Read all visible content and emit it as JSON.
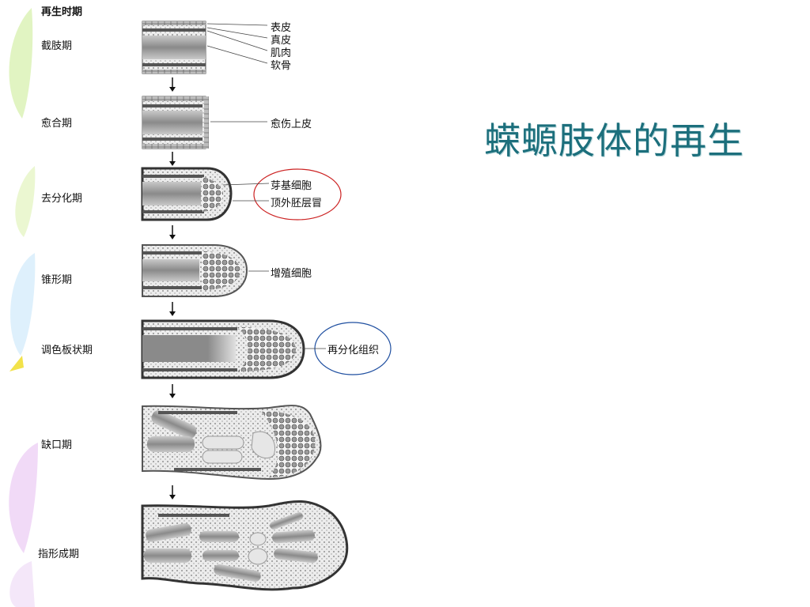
{
  "title": "蝾螈肢体的再生",
  "header": "再生时期",
  "stages": [
    "截肢期",
    "愈合期",
    "去分化期",
    "锥形期",
    "调色板状期",
    "缺口期",
    "指形成期"
  ],
  "annotations": {
    "epidermis": "表皮",
    "dermis": "真皮",
    "muscle": "肌肉",
    "cartilage": "软骨",
    "wound_epidermis": "愈伤上皮",
    "blastema_cells": "芽基细胞",
    "apical_cap": "顶外胚层冒",
    "proliferating_cells": "增殖细胞",
    "redifferentiated_tissue": "再分化组织"
  },
  "colors": {
    "title": "#1c6f7c",
    "red_circle": "#cc2222",
    "blue_circle": "#1f4fa0"
  }
}
